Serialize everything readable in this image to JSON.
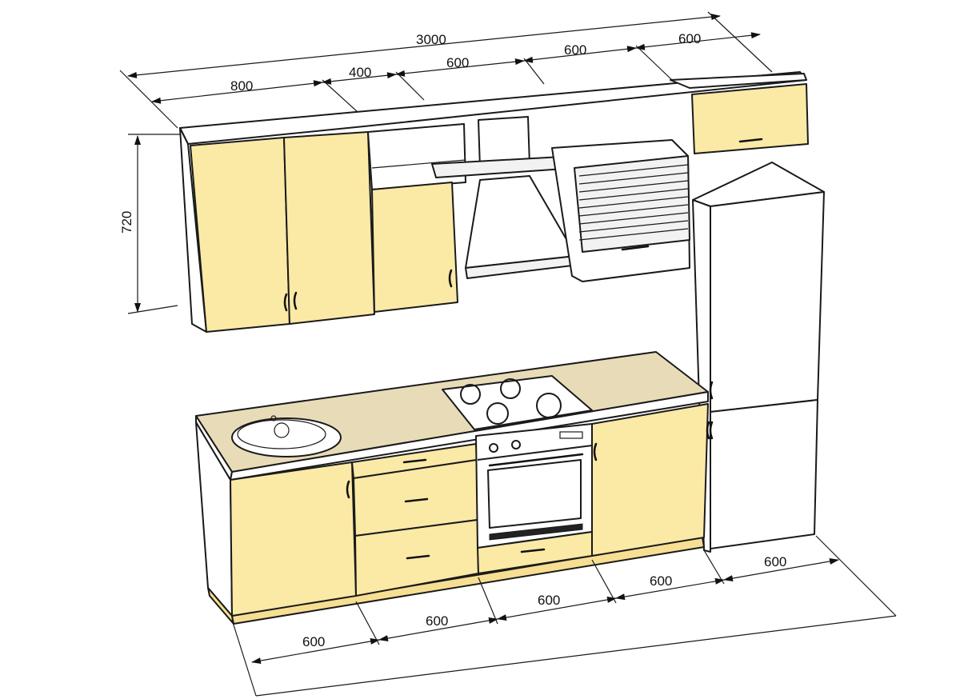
{
  "dimensions": {
    "total_width": "3000",
    "upper_widths": [
      "800",
      "400",
      "600",
      "600",
      "600"
    ],
    "upper_height": "720",
    "lower_widths": [
      "600",
      "600",
      "600",
      "600",
      "600"
    ]
  },
  "colors": {
    "facade": "#fbe9a6",
    "countertop": "#e8dcb8",
    "body": "#ffffff",
    "line": "#1a1a1a"
  }
}
